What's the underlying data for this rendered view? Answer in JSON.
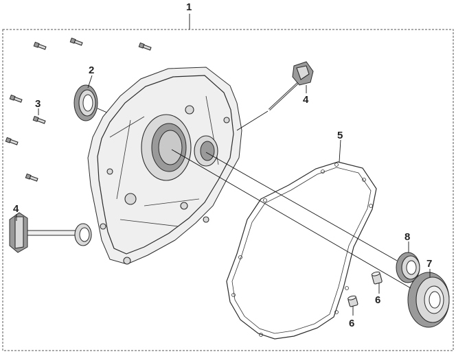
{
  "diagram": {
    "callouts": {
      "c1": "1",
      "c2": "2",
      "c3": "3",
      "c4a": "4",
      "c4b": "4",
      "c5": "5",
      "c6a": "6",
      "c6b": "6",
      "c7": "7",
      "c8": "8"
    }
  }
}
